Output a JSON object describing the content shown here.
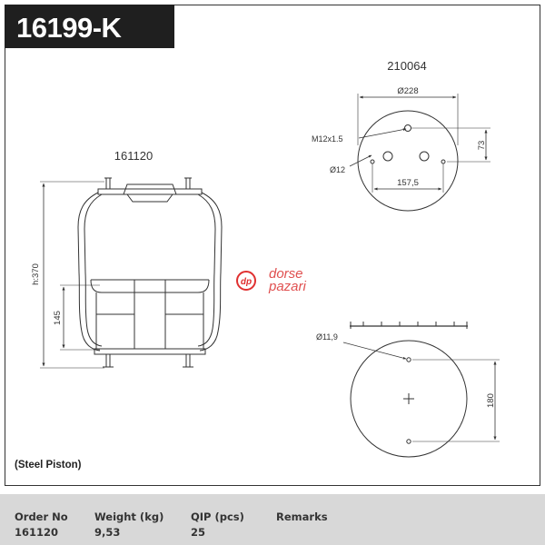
{
  "product": {
    "code": "16199-K"
  },
  "drawing": {
    "left_part_number": "161120",
    "height_label": "h:370",
    "piston_label": "145",
    "top_plate": {
      "part_number": "210064",
      "diameter": "Ø228",
      "bolt": "M12x1.5",
      "hole": "Ø12",
      "offset": "73",
      "spacing": "157,5"
    },
    "bottom_plate": {
      "hole": "Ø11,9",
      "offset": "180"
    }
  },
  "watermark": {
    "line1": "dorse",
    "line2": "pazari",
    "logo_text": "dp"
  },
  "note": "(Steel Piston)",
  "table": {
    "headers": {
      "order_no": "Order No",
      "weight": "Weight (kg)",
      "qip": "QIP (pcs)",
      "remarks": "Remarks"
    },
    "values": {
      "order_no": "161120",
      "weight": "9,53",
      "qip": "25",
      "remarks": ""
    }
  }
}
